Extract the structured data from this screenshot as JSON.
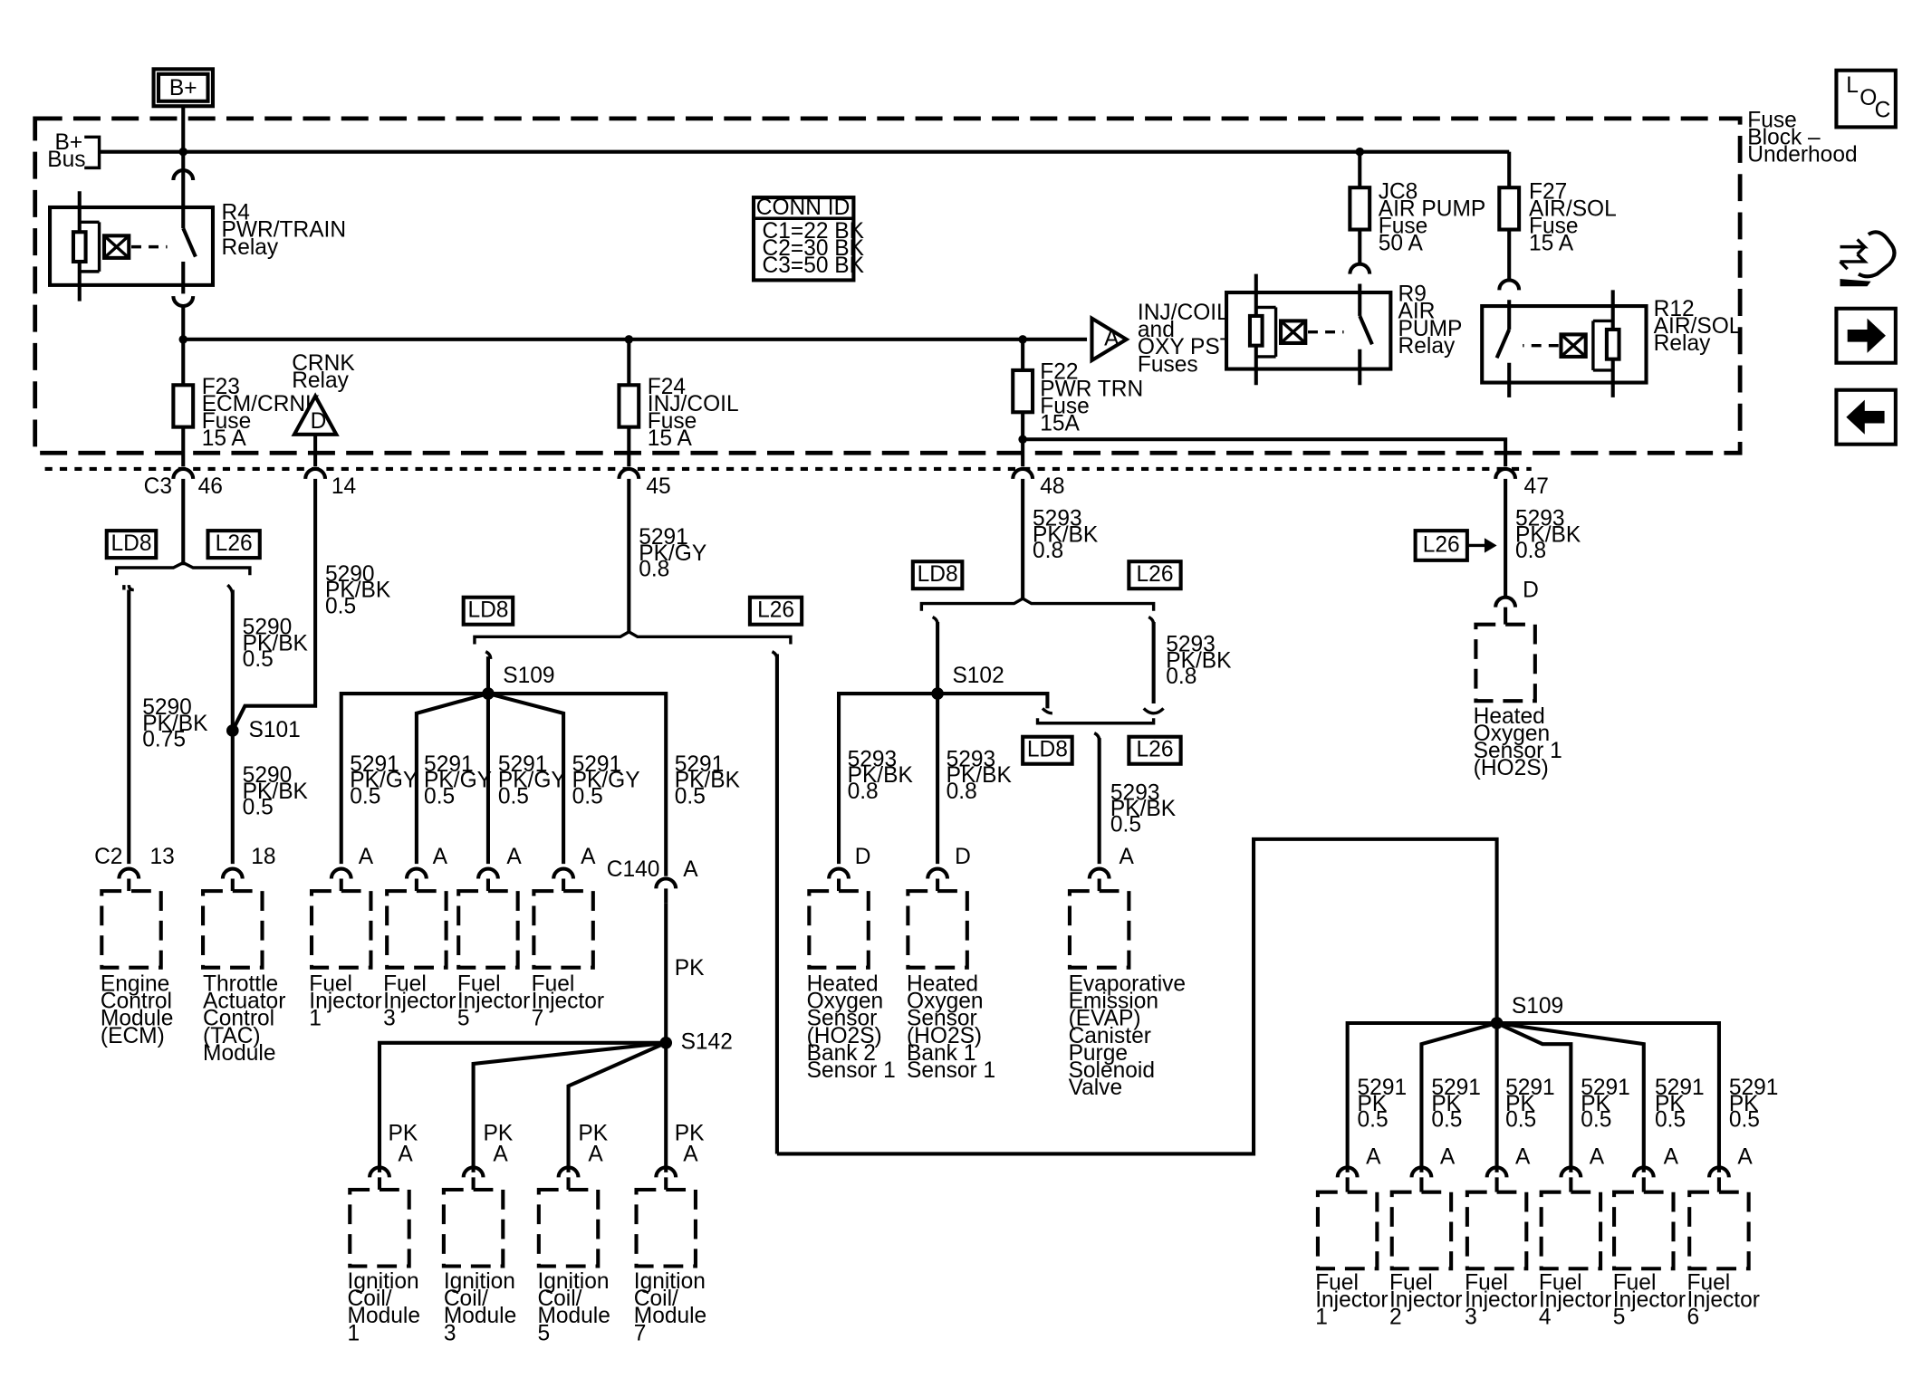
{
  "power": {
    "bplus": "B+"
  },
  "bus": {
    "line1": "B+",
    "line2": "Bus"
  },
  "fuse_block": {
    "line1": "Fuse",
    "line2": "Block –",
    "line3": "Underhood"
  },
  "loc": {
    "l": "L",
    "o": "O",
    "c": "C"
  },
  "conn_id": {
    "title": "CONN ID",
    "c1": "C1=22 BK",
    "c2": "C2=30 BK",
    "c3": "C3=50 BK"
  },
  "relays": {
    "r4": {
      "l1": "R4",
      "l2": "PWR/TRAIN",
      "l3": "Relay"
    },
    "r9": {
      "l1": "R9",
      "l2": "AIR",
      "l3": "PUMP",
      "l4": "Relay"
    },
    "r12": {
      "l1": "R12",
      "l2": "AIR/SOL",
      "l3": "Relay"
    }
  },
  "fuses": {
    "jc8": {
      "l1": "JC8",
      "l2": "AIR PUMP",
      "l3": "Fuse",
      "l4": "50 A"
    },
    "f27": {
      "l1": "F27",
      "l2": "AIR/SOL",
      "l3": "Fuse",
      "l4": "15 A"
    },
    "f23": {
      "l1": "F23",
      "l2": "ECM/CRNK",
      "l3": "Fuse",
      "l4": "15 A"
    },
    "f24": {
      "l1": "F24",
      "l2": "INJ/COIL",
      "l3": "Fuse",
      "l4": "15 A"
    },
    "f22": {
      "l1": "F22",
      "l2": "PWR TRN",
      "l3": "Fuse",
      "l4": "15A"
    }
  },
  "offpage": {
    "a_letter": "A",
    "a_l1": "INJ/COIL",
    "a_l2": "and",
    "a_l3": "OXY PST",
    "a_l4": "Fuses",
    "d_letter": "D",
    "crnk_l1": "CRNK",
    "crnk_l2": "Relay"
  },
  "options": {
    "ld8": "LD8",
    "l26": "L26"
  },
  "pins": {
    "c3": "C3",
    "p46": "46",
    "p14": "14",
    "p45": "45",
    "p48": "48",
    "p47": "47",
    "c2": "C2",
    "p13": "13",
    "p18": "18",
    "c140": "C140",
    "a": "A",
    "d": "D"
  },
  "splices": {
    "s101": "S101",
    "s109": "S109",
    "s142": "S142",
    "s102": "S102"
  },
  "wires": {
    "w5290_075": {
      "c": "5290",
      "col": "PK/BK",
      "g": "0.75"
    },
    "w5290_05": {
      "c": "5290",
      "col": "PK/BK",
      "g": "0.5"
    },
    "w5291_pkgy": {
      "c": "5291",
      "col": "PK/GY",
      "g": "0.5"
    },
    "w5291_pkgy08": {
      "c": "5291",
      "col": "PK/GY",
      "g": "0.8"
    },
    "w5291_pkbk": {
      "c": "5291",
      "col": "PK/BK",
      "g": "0.5"
    },
    "w5293_08": {
      "c": "5293",
      "col": "PK/BK",
      "g": "0.8"
    },
    "w5293_05": {
      "c": "5293",
      "col": "PK/BK",
      "g": "0.5"
    },
    "w5291_pk": {
      "c": "5291",
      "col": "PK",
      "g": "0.5"
    },
    "pk": "PK"
  },
  "components": {
    "ecm": {
      "l1": "Engine",
      "l2": "Control",
      "l3": "Module",
      "l4": "(ECM)"
    },
    "tac": {
      "l1": "Throttle",
      "l2": "Actuator",
      "l3": "Control",
      "l4": "(TAC)",
      "l5": "Module"
    },
    "fuel": "Fuel",
    "injector": "Injector",
    "inj_nums_odd": [
      "1",
      "3",
      "5",
      "7"
    ],
    "inj_nums_six": [
      "1",
      "2",
      "3",
      "4",
      "5",
      "6"
    ],
    "coil": {
      "l1": "Ignition",
      "l2": "Coil/",
      "l3": "Module",
      "nums": [
        "1",
        "3",
        "5",
        "7"
      ]
    },
    "ho2s_b2": {
      "l1": "Heated",
      "l2": "Oxygen",
      "l3": "Sensor",
      "l4": "(HO2S)",
      "l5": "Bank 2",
      "l6": "Sensor 1"
    },
    "ho2s_b1": {
      "l1": "Heated",
      "l2": "Oxygen",
      "l3": "Sensor",
      "l4": "(HO2S)",
      "l5": "Bank 1",
      "l6": "Sensor 1"
    },
    "evap": {
      "l1": "Evaporative",
      "l2": "Emission",
      "l3": "(EVAP)",
      "l4": "Canister",
      "l5": "Purge",
      "l6": "Solenoid",
      "l7": "Valve"
    },
    "ho2s_s1": {
      "l1": "Heated",
      "l2": "Oxygen",
      "l3": "Sensor 1",
      "l4": "(HO2S)"
    }
  }
}
